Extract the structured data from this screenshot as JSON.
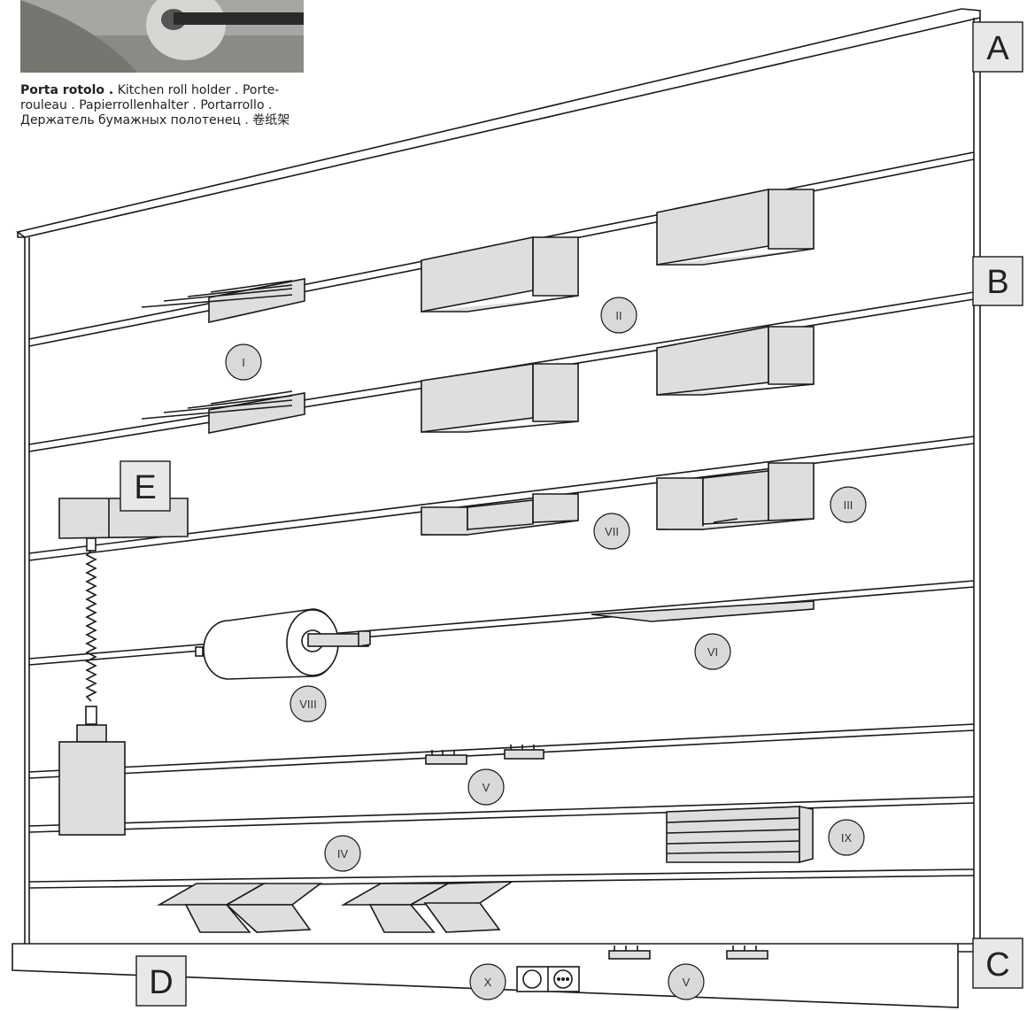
{
  "caption": {
    "lead": "Porta rotolo .",
    "rest": " Kitchen roll holder . Porte-rouleau . Papierrollenhalter . Portarrollo . Держатель бумажных полотенец . 卷纸架"
  },
  "letters": {
    "a": "A",
    "b": "B",
    "c": "C",
    "d": "D",
    "e": "E"
  },
  "markers": {
    "i": "I",
    "ii": "II",
    "iii": "III",
    "iv": "IV",
    "v_upper": "V",
    "v_lower": "V",
    "vi": "VI",
    "vii": "VII",
    "viii": "VIII",
    "ix": "IX",
    "x": "X"
  },
  "colors": {
    "fill": "#dedede",
    "stroke": "#1a1a1a",
    "marker_fill": "#d9d9d9",
    "photo": "#8c8a86"
  }
}
